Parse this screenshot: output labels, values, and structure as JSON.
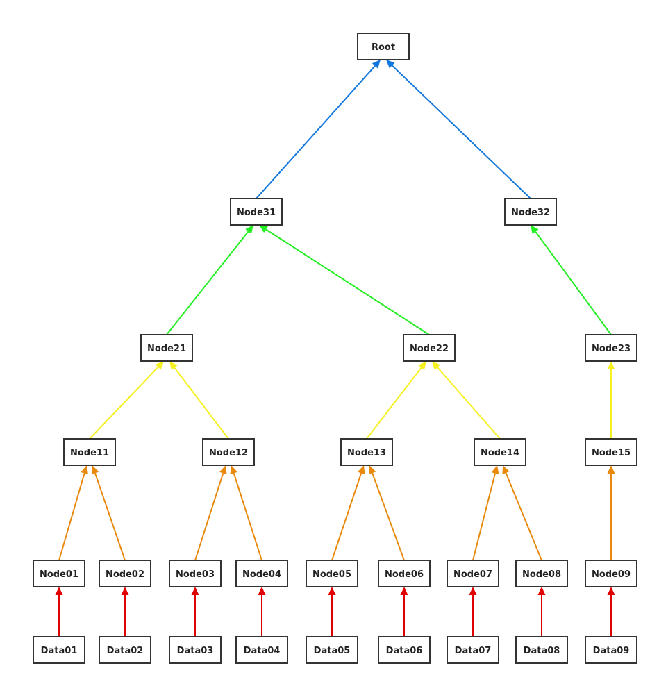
{
  "diagram": {
    "nodes": [
      {
        "id": "root",
        "label": "Root",
        "level": 5
      },
      {
        "id": "node31",
        "label": "Node31",
        "level": 4
      },
      {
        "id": "node32",
        "label": "Node32",
        "level": 4
      },
      {
        "id": "node21",
        "label": "Node21",
        "level": 3
      },
      {
        "id": "node22",
        "label": "Node22",
        "level": 3
      },
      {
        "id": "node23",
        "label": "Node23",
        "level": 3
      },
      {
        "id": "node11",
        "label": "Node11",
        "level": 2
      },
      {
        "id": "node12",
        "label": "Node12",
        "level": 2
      },
      {
        "id": "node13",
        "label": "Node13",
        "level": 2
      },
      {
        "id": "node14",
        "label": "Node14",
        "level": 2
      },
      {
        "id": "node15",
        "label": "Node15",
        "level": 2
      },
      {
        "id": "node01",
        "label": "Node01",
        "level": 1
      },
      {
        "id": "node02",
        "label": "Node02",
        "level": 1
      },
      {
        "id": "node03",
        "label": "Node03",
        "level": 1
      },
      {
        "id": "node04",
        "label": "Node04",
        "level": 1
      },
      {
        "id": "node05",
        "label": "Node05",
        "level": 1
      },
      {
        "id": "node06",
        "label": "Node06",
        "level": 1
      },
      {
        "id": "node07",
        "label": "Node07",
        "level": 1
      },
      {
        "id": "node08",
        "label": "Node08",
        "level": 1
      },
      {
        "id": "node09",
        "label": "Node09",
        "level": 1
      },
      {
        "id": "data01",
        "label": "Data01",
        "level": 0
      },
      {
        "id": "data02",
        "label": "Data02",
        "level": 0
      },
      {
        "id": "data03",
        "label": "Data03",
        "level": 0
      },
      {
        "id": "data04",
        "label": "Data04",
        "level": 0
      },
      {
        "id": "data05",
        "label": "Data05",
        "level": 0
      },
      {
        "id": "data06",
        "label": "Data06",
        "level": 0
      },
      {
        "id": "data07",
        "label": "Data07",
        "level": 0
      },
      {
        "id": "data08",
        "label": "Data08",
        "level": 0
      },
      {
        "id": "data09",
        "label": "Data09",
        "level": 0
      }
    ],
    "edges": [
      {
        "from": "data01",
        "to": "node01",
        "color": "#e00000"
      },
      {
        "from": "data02",
        "to": "node02",
        "color": "#e00000"
      },
      {
        "from": "data03",
        "to": "node03",
        "color": "#e00000"
      },
      {
        "from": "data04",
        "to": "node04",
        "color": "#e00000"
      },
      {
        "from": "data05",
        "to": "node05",
        "color": "#e00000"
      },
      {
        "from": "data06",
        "to": "node06",
        "color": "#e00000"
      },
      {
        "from": "data07",
        "to": "node07",
        "color": "#e00000"
      },
      {
        "from": "data08",
        "to": "node08",
        "color": "#e00000"
      },
      {
        "from": "data09",
        "to": "node09",
        "color": "#e00000"
      },
      {
        "from": "node01",
        "to": "node11",
        "color": "#e8890c"
      },
      {
        "from": "node02",
        "to": "node11",
        "color": "#e8890c"
      },
      {
        "from": "node03",
        "to": "node12",
        "color": "#e8890c"
      },
      {
        "from": "node04",
        "to": "node12",
        "color": "#e8890c"
      },
      {
        "from": "node05",
        "to": "node13",
        "color": "#e8890c"
      },
      {
        "from": "node06",
        "to": "node13",
        "color": "#e8890c"
      },
      {
        "from": "node07",
        "to": "node14",
        "color": "#e8890c"
      },
      {
        "from": "node08",
        "to": "node14",
        "color": "#e8890c"
      },
      {
        "from": "node09",
        "to": "node15",
        "color": "#e8890c"
      },
      {
        "from": "node11",
        "to": "node21",
        "color": "#f5f020"
      },
      {
        "from": "node12",
        "to": "node21",
        "color": "#f5f020"
      },
      {
        "from": "node13",
        "to": "node22",
        "color": "#f5f020"
      },
      {
        "from": "node14",
        "to": "node22",
        "color": "#f5f020"
      },
      {
        "from": "node15",
        "to": "node23",
        "color": "#f5f020"
      },
      {
        "from": "node21",
        "to": "node31",
        "color": "#22ee22"
      },
      {
        "from": "node22",
        "to": "node31",
        "color": "#22ee22"
      },
      {
        "from": "node23",
        "to": "node32",
        "color": "#22ee22"
      },
      {
        "from": "node31",
        "to": "root",
        "color": "#1177dd"
      },
      {
        "from": "node32",
        "to": "root",
        "color": "#1177dd"
      }
    ]
  }
}
